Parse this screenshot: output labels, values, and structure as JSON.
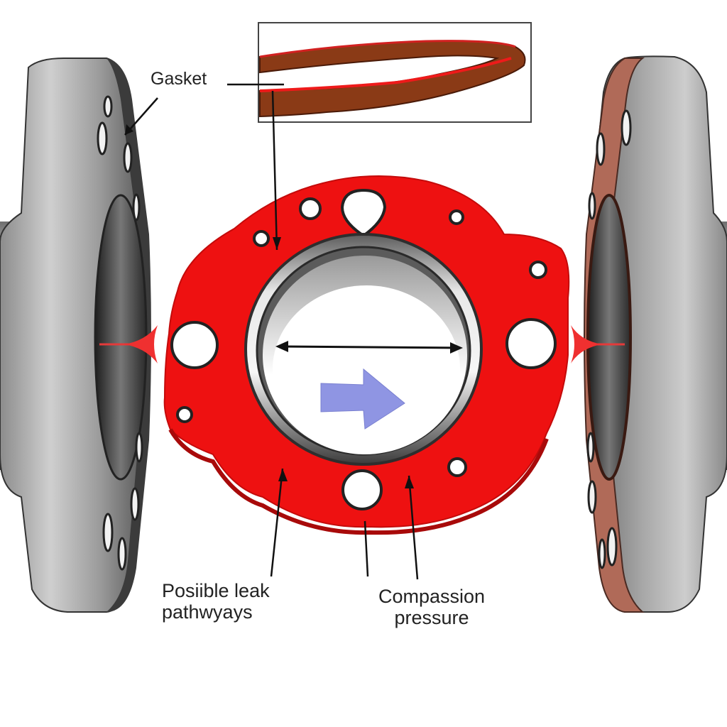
{
  "labels": {
    "gasket": "Gasket",
    "leak_line1": "Posiible leak",
    "leak_line2": "pathwyays",
    "compression_line1": "Compassion",
    "compression_line2": "pressure"
  },
  "colors": {
    "gasket_red": "#ee1111",
    "steel_light": "#d8d8d8",
    "steel_dark": "#3a3a3a",
    "rust_face": "#b06a58",
    "inset_brown": "#7a3414",
    "arrow_blue": "#8f95e3"
  },
  "icons": {
    "flow_arrow": "flow-direction-arrow-icon",
    "diameter": "double-headed-arrow-icon"
  }
}
